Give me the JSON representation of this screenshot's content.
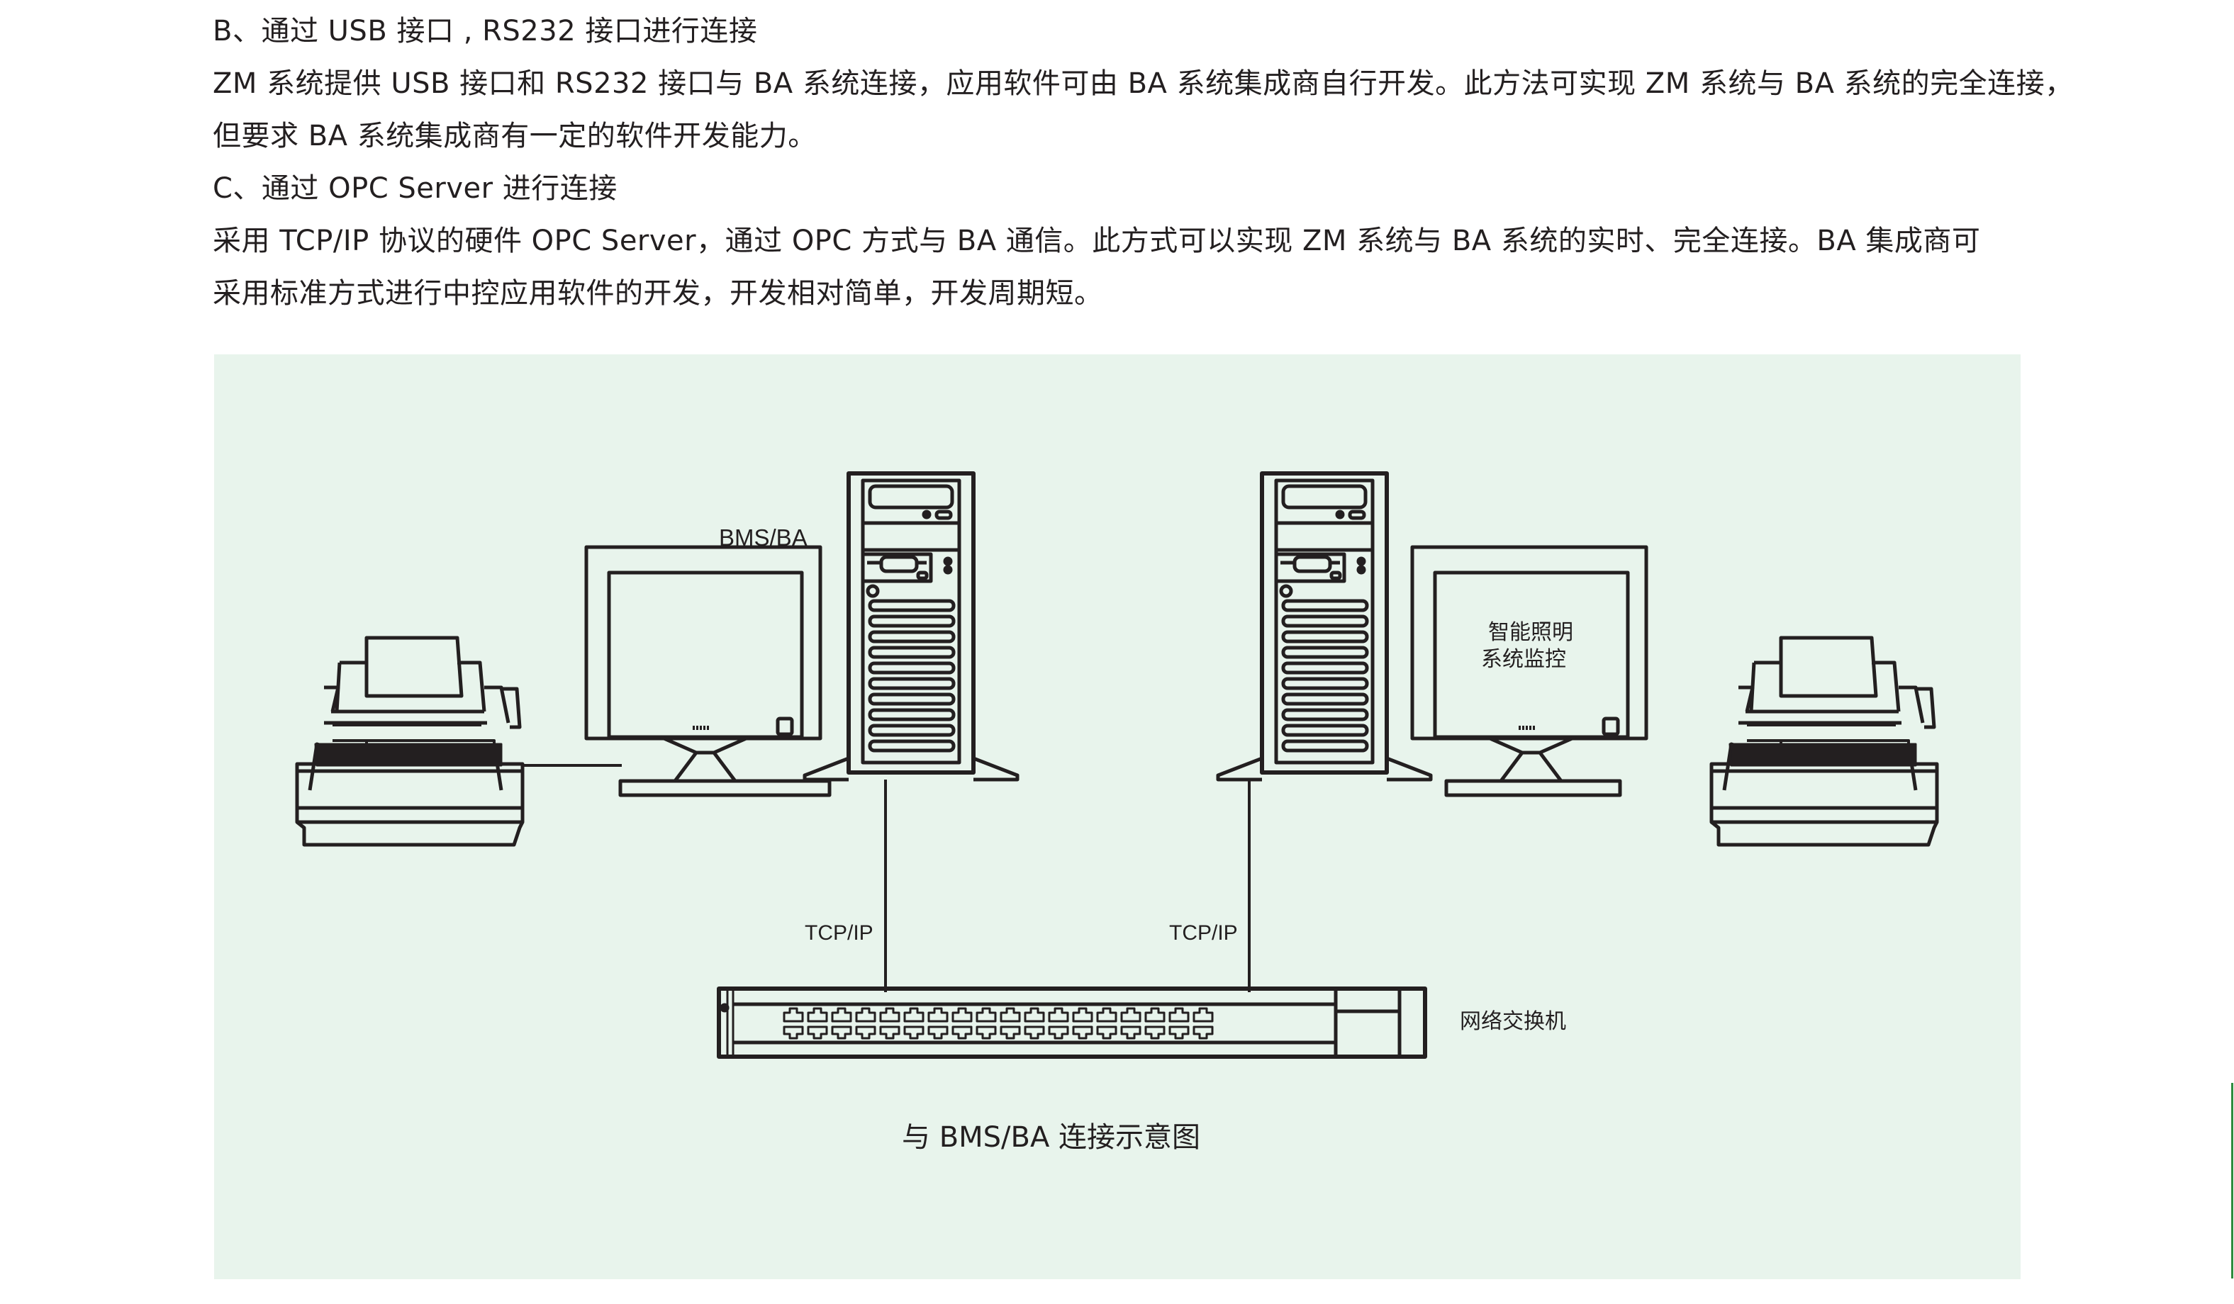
{
  "document": {
    "paragraphs": [
      "B、通过 USB 接口 , RS232 接口进行连接",
      "ZM 系统提供 USB 接口和 RS232 接口与 BA 系统连接，应用软件可由 BA 系统集成商自行开发。此方法可实现 ZM 系统与 BA 系统的完全连接，",
      "但要求 BA 系统集成商有一定的软件开发能力。",
      "C、通过 OPC Server 进行连接",
      "采用 TCP/IP 协议的硬件 OPC Server，通过 OPC 方式与 BA 通信。此方式可以实现 ZM 系统与 BA 系统的实时、完全连接。BA 集成商可",
      "采用标准方式进行中控应用软件的开发，开发相对简单，开发周期短。"
    ]
  },
  "figure": {
    "left_monitor_label": "BMS/BA",
    "right_monitor_label_line1": "智能照明",
    "right_monitor_label_line2": "系统监控",
    "left_link_label": "TCP/IP",
    "right_link_label": "TCP/IP",
    "switch_label": "网络交换机",
    "caption": "与 BMS/BA 连接示意图",
    "switch_ports_per_row": 18,
    "icons": [
      "printer-icon",
      "monitor-icon",
      "server-tower-icon",
      "network-switch-icon"
    ],
    "colors": {
      "background": "#e8f4ec",
      "stroke": "#231f20",
      "accent_edge": "#2e8b3e"
    }
  }
}
